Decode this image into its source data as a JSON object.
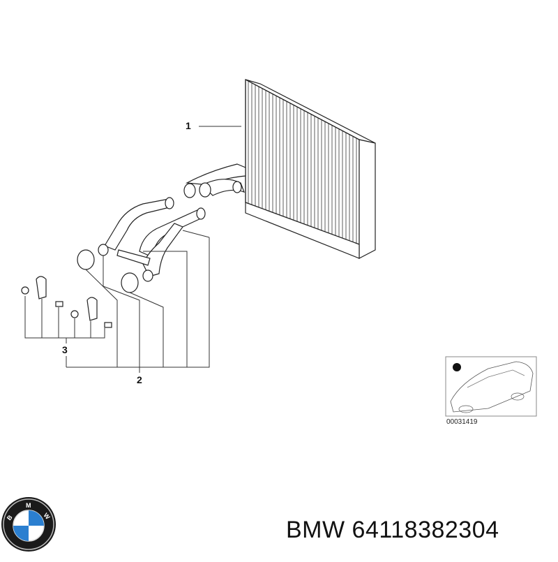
{
  "diagram": {
    "callouts": {
      "one": "1",
      "two": "2",
      "three": "3"
    },
    "reference_number": "00031419"
  },
  "footer": {
    "brand": "BMW",
    "part_number": "64118382304"
  },
  "logo": {
    "letters": "BMW"
  },
  "colors": {
    "line": "#111111",
    "logo_blue": "#2b7fd0",
    "logo_ring": "#1a1a1a"
  }
}
